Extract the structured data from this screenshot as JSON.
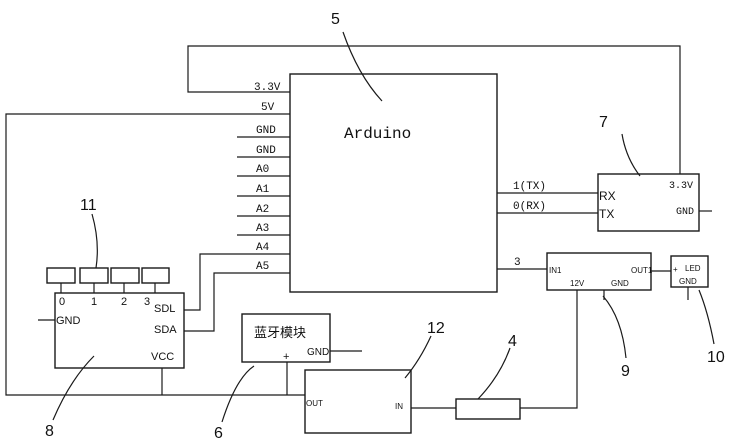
{
  "arduino": {
    "label": "Arduino",
    "pins_left": [
      "3.3V",
      "5V",
      "GND",
      "GND",
      "A0",
      "A1",
      "A2",
      "A3",
      "A4",
      "A5"
    ],
    "pins_right": [
      "1(TX)",
      "0(RX)",
      "3"
    ]
  },
  "module7": {
    "rx": "RX",
    "tx": "TX",
    "v33": "3.3V",
    "gnd": "GND"
  },
  "module8": {
    "pins_top": [
      "0",
      "1",
      "2",
      "3"
    ],
    "gnd": "GND",
    "sdl": "SDL",
    "sda": "SDA",
    "vcc": "VCC"
  },
  "bluetooth": {
    "label": "蓝牙模块",
    "plus": "+",
    "gnd": "GND"
  },
  "module9": {
    "in1": "IN1",
    "out1": "OUT1",
    "v12": "12V",
    "gnd": "GND"
  },
  "led": {
    "plus": "+",
    "label": "LED",
    "gnd": "GND"
  },
  "module12": {
    "out": "OUT",
    "in": "IN"
  },
  "callouts": [
    "5",
    "7",
    "11",
    "8",
    "6",
    "12",
    "4",
    "9",
    "10"
  ]
}
